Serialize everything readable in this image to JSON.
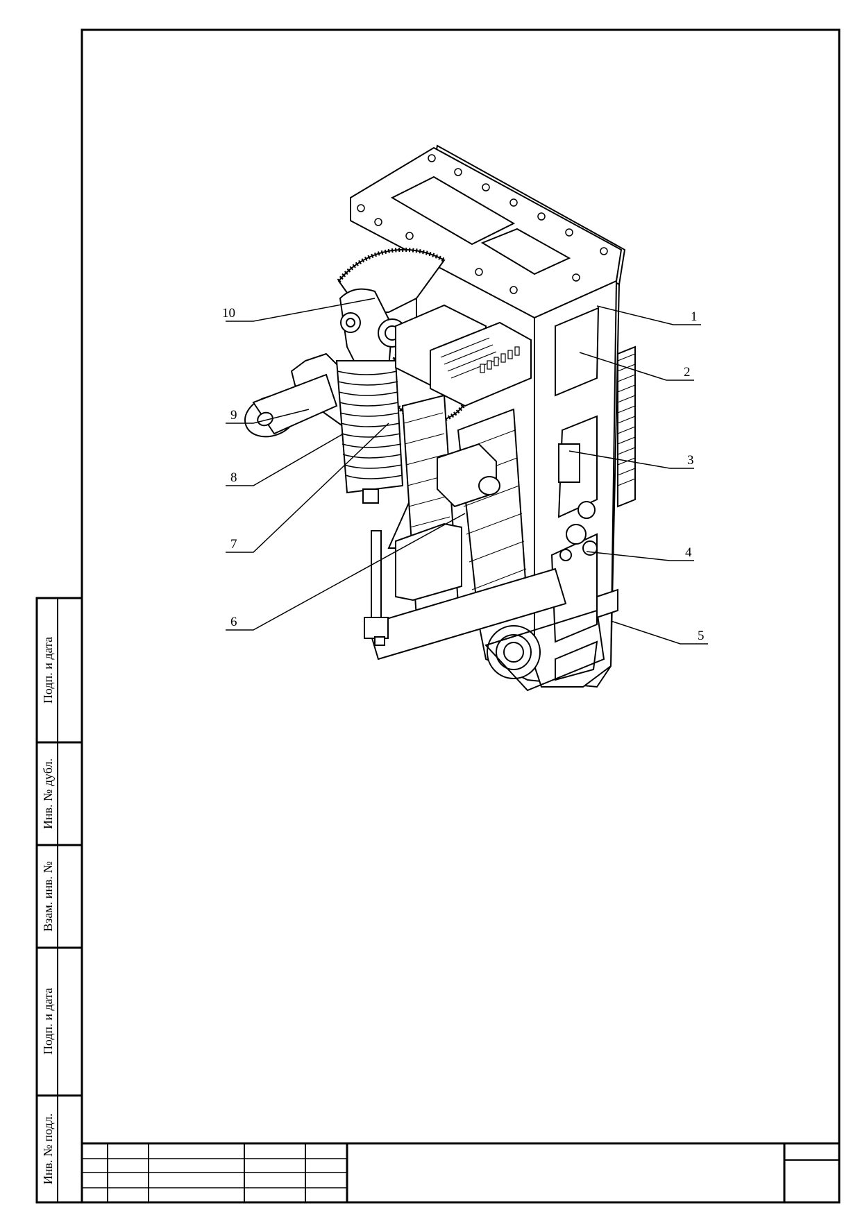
{
  "callouts": [
    "1",
    "2",
    "3",
    "4",
    "5",
    "6",
    "7",
    "8",
    "9",
    "10"
  ],
  "side_stamp": {
    "fields": [
      "Подп. и дата",
      "Инв. № дубл.",
      "Взам. инв. №",
      "Подп. и дата",
      "Инв. № подл."
    ]
  },
  "title_block": {
    "designation": "",
    "document_title": ""
  }
}
